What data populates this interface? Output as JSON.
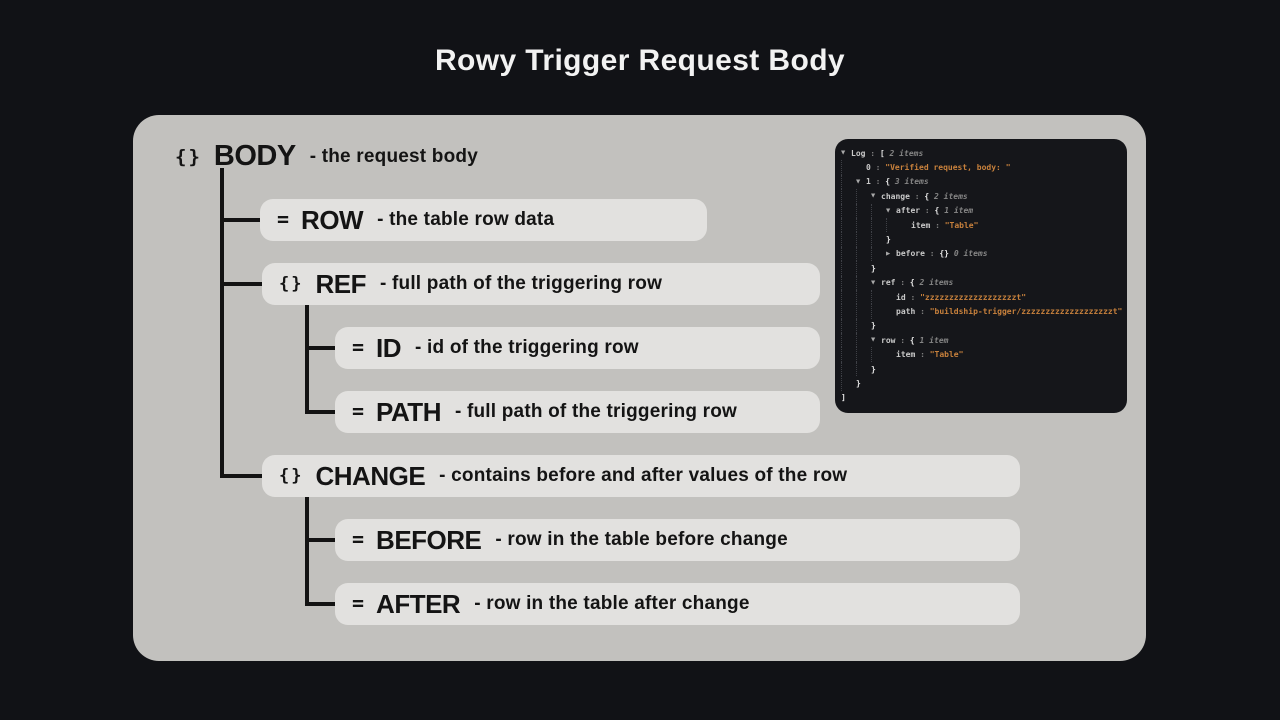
{
  "title": "Rowy Trigger Request Body",
  "colors": {
    "page_bg": "#111216",
    "board": "#c2c1be",
    "pill": "#e2e1df",
    "console_bg": "#15161a",
    "string": "#c8813c"
  },
  "tree": {
    "body": {
      "name": "BODY",
      "desc": "- the request body",
      "icon_glyph": "{}"
    },
    "row": {
      "name": "ROW",
      "desc": "- the table row data",
      "icon_glyph": "="
    },
    "ref": {
      "name": "REF",
      "desc": "- full path of the triggering row",
      "icon_glyph": "{}"
    },
    "id": {
      "name": "ID",
      "desc": "- id of the triggering row",
      "icon_glyph": "="
    },
    "path": {
      "name": "PATH",
      "desc": "- full path of the triggering row",
      "icon_glyph": "="
    },
    "change": {
      "name": "CHANGE",
      "desc": "- contains before and after values of the row",
      "icon_glyph": "{}"
    },
    "before": {
      "name": "BEFORE",
      "desc": "- row in the table before change",
      "icon_glyph": "="
    },
    "after": {
      "name": "AFTER",
      "desc": "- row in the table after change",
      "icon_glyph": "="
    }
  },
  "console": {
    "lines": [
      {
        "indent": 0,
        "marker": "down",
        "tokens": [
          {
            "t": "key",
            "v": "Log"
          },
          {
            "t": "punct",
            "v": " : "
          },
          {
            "t": "brace",
            "v": "["
          },
          {
            "t": "meta",
            "v": " 2 items"
          }
        ]
      },
      {
        "indent": 1,
        "marker": null,
        "tokens": [
          {
            "t": "key",
            "v": "0"
          },
          {
            "t": "punct",
            "v": " : "
          },
          {
            "t": "str",
            "v": "\"Verified request, body: \""
          }
        ]
      },
      {
        "indent": 1,
        "marker": "down",
        "tokens": [
          {
            "t": "key",
            "v": "1"
          },
          {
            "t": "punct",
            "v": " : "
          },
          {
            "t": "brace",
            "v": "{"
          },
          {
            "t": "meta",
            "v": " 3 items"
          }
        ]
      },
      {
        "indent": 2,
        "marker": "down",
        "tokens": [
          {
            "t": "key",
            "v": "change"
          },
          {
            "t": "punct",
            "v": " : "
          },
          {
            "t": "brace",
            "v": "{"
          },
          {
            "t": "meta",
            "v": " 2 items"
          }
        ]
      },
      {
        "indent": 3,
        "marker": "down",
        "tokens": [
          {
            "t": "key",
            "v": "after"
          },
          {
            "t": "punct",
            "v": " : "
          },
          {
            "t": "brace",
            "v": "{"
          },
          {
            "t": "meta",
            "v": " 1 item"
          }
        ]
      },
      {
        "indent": 4,
        "marker": null,
        "tokens": [
          {
            "t": "key",
            "v": "item"
          },
          {
            "t": "punct",
            "v": " : "
          },
          {
            "t": "str",
            "v": "\"Table\""
          }
        ]
      },
      {
        "indent": 3,
        "marker": null,
        "closer": true,
        "tokens": [
          {
            "t": "brace",
            "v": "}"
          }
        ]
      },
      {
        "indent": 3,
        "marker": "right",
        "tokens": [
          {
            "t": "key",
            "v": "before"
          },
          {
            "t": "punct",
            "v": " : "
          },
          {
            "t": "brace",
            "v": "{}"
          },
          {
            "t": "meta",
            "v": " 0 items"
          }
        ]
      },
      {
        "indent": 2,
        "marker": null,
        "closer": true,
        "tokens": [
          {
            "t": "brace",
            "v": "}"
          }
        ]
      },
      {
        "indent": 2,
        "marker": "down",
        "tokens": [
          {
            "t": "key",
            "v": "ref"
          },
          {
            "t": "punct",
            "v": " : "
          },
          {
            "t": "brace",
            "v": "{"
          },
          {
            "t": "meta",
            "v": " 2 items"
          }
        ]
      },
      {
        "indent": 3,
        "marker": null,
        "tokens": [
          {
            "t": "key",
            "v": "id"
          },
          {
            "t": "punct",
            "v": " : "
          },
          {
            "t": "str",
            "v": "\"zzzzzzzzzzzzzzzzzzzt\""
          }
        ]
      },
      {
        "indent": 3,
        "marker": null,
        "tokens": [
          {
            "t": "key",
            "v": "path"
          },
          {
            "t": "punct",
            "v": " : "
          },
          {
            "t": "str",
            "v": "\"buildship-trigger/zzzzzzzzzzzzzzzzzzzt\""
          }
        ]
      },
      {
        "indent": 2,
        "marker": null,
        "closer": true,
        "tokens": [
          {
            "t": "brace",
            "v": "}"
          }
        ]
      },
      {
        "indent": 2,
        "marker": "down",
        "tokens": [
          {
            "t": "key",
            "v": "row"
          },
          {
            "t": "punct",
            "v": " : "
          },
          {
            "t": "brace",
            "v": "{"
          },
          {
            "t": "meta",
            "v": " 1 item"
          }
        ]
      },
      {
        "indent": 3,
        "marker": null,
        "tokens": [
          {
            "t": "key",
            "v": "item"
          },
          {
            "t": "punct",
            "v": " : "
          },
          {
            "t": "str",
            "v": "\"Table\""
          }
        ]
      },
      {
        "indent": 2,
        "marker": null,
        "closer": true,
        "tokens": [
          {
            "t": "brace",
            "v": "}"
          }
        ]
      },
      {
        "indent": 1,
        "marker": null,
        "closer": true,
        "tokens": [
          {
            "t": "brace",
            "v": "}"
          }
        ]
      },
      {
        "indent": 0,
        "marker": null,
        "closer": true,
        "tokens": [
          {
            "t": "brace",
            "v": "]"
          }
        ]
      }
    ]
  }
}
